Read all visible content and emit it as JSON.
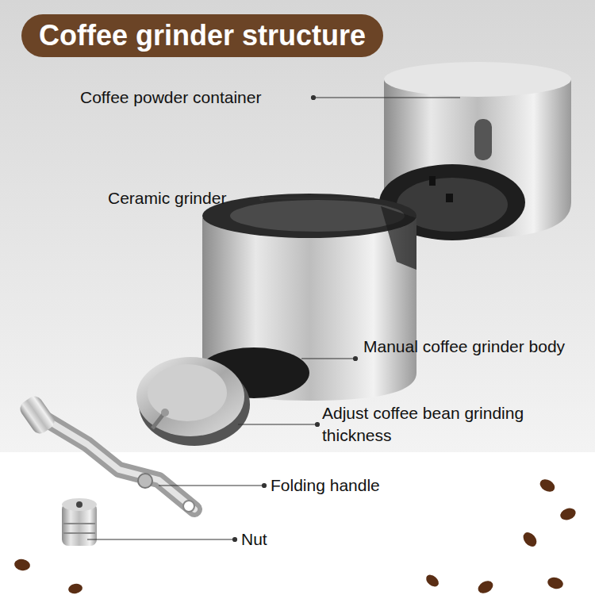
{
  "diagram": {
    "title": "Coffee grinder structure",
    "labels": [
      "Coffee powder container",
      "Ceramic grinder",
      "Manual coffee grinder body",
      "Adjust coffee bean grinding thickness",
      "Folding handle",
      "Nut"
    ]
  }
}
